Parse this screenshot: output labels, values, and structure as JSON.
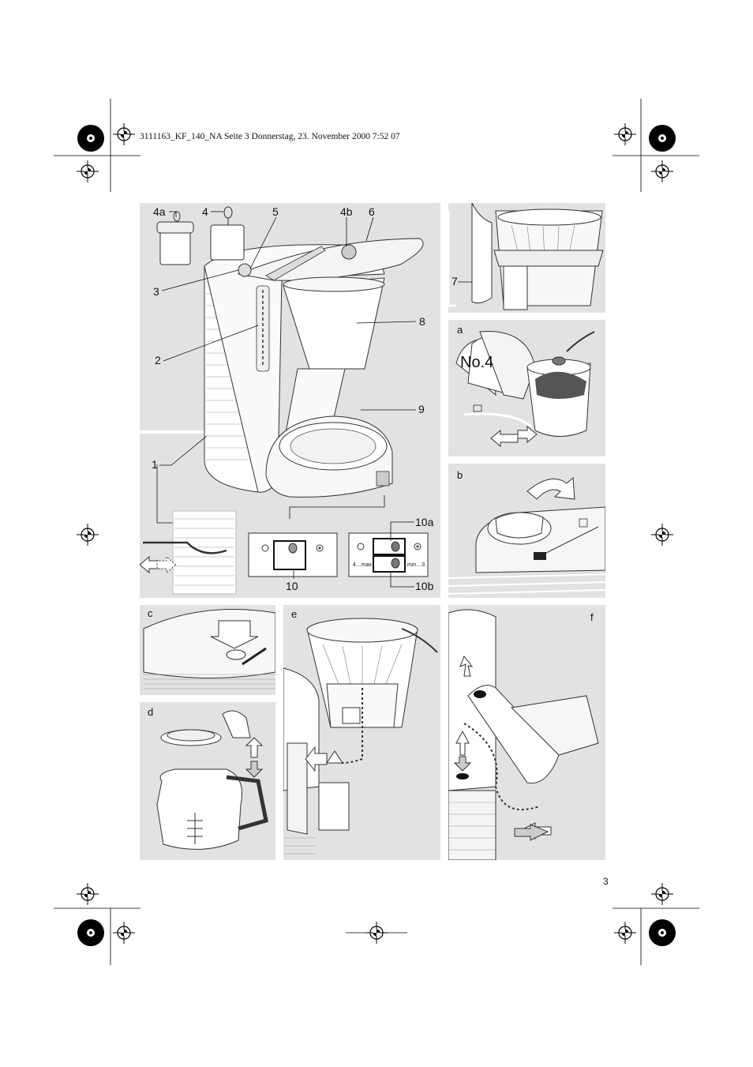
{
  "header": {
    "print_slug": "3111163_KF_140_NA  Seite 3  Donnerstag, 23. November 2000  7:52 07"
  },
  "page_number": "3",
  "main_figure": {
    "callouts": [
      "4a",
      "4",
      "5",
      "4b",
      "6",
      "3",
      "2",
      "8",
      "9",
      "1",
      "10a",
      "10",
      "10b"
    ],
    "switch_panel_right": {
      "max_label": "4…max",
      "min_label": "min…3"
    }
  },
  "carafe_figure": {
    "callout": "7"
  },
  "steps": {
    "a": {
      "label": "a",
      "filter_text": "No.4"
    },
    "b": {
      "label": "b"
    },
    "c": {
      "label": "c"
    },
    "d": {
      "label": "d"
    },
    "e": {
      "label": "e"
    },
    "f": {
      "label": "f"
    }
  }
}
